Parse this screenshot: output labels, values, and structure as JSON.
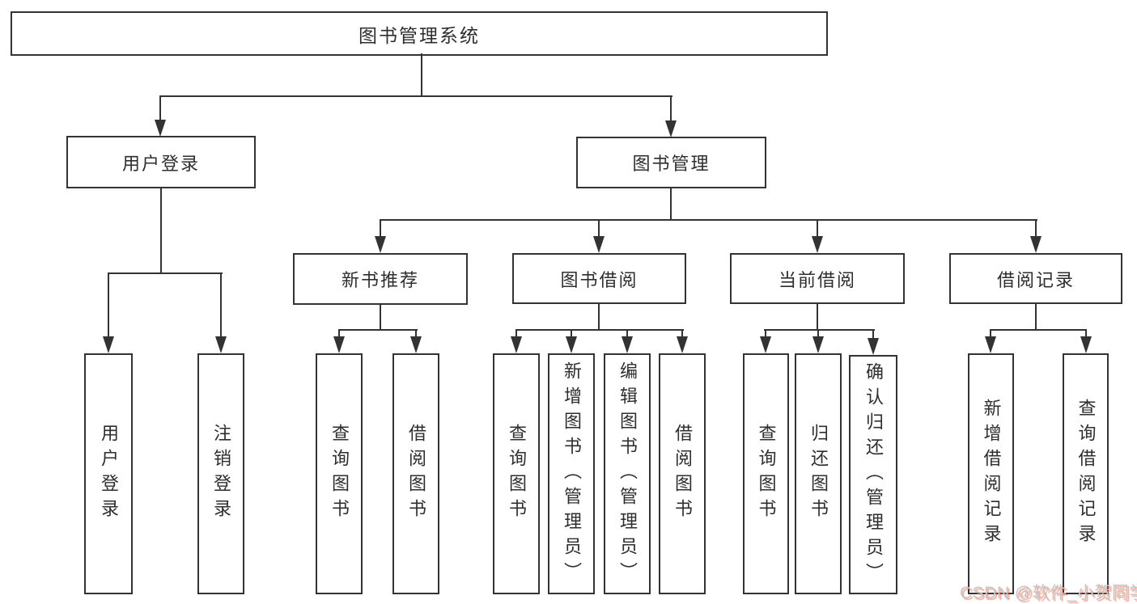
{
  "diagram_title": "图书管理系统",
  "nodes": {
    "root": "图书管理系统",
    "user_login": "用户登录",
    "book_mgmt": "图书管理",
    "new_book_rec": "新书推荐",
    "book_borrow": "图书借阅",
    "current_borrow": "当前借阅",
    "borrow_record": "借阅记录",
    "leaf_user_login": "用户登录",
    "leaf_logout": "注销登录",
    "leaf_query_book_1": "查询图书",
    "leaf_borrow_book_1": "借阅图书",
    "leaf_query_book_2": "查询图书",
    "leaf_add_book": "新增图书（管理员）",
    "leaf_edit_book": "编辑图书（管理员）",
    "leaf_borrow_book_2": "借阅图书",
    "leaf_query_book_3": "查询图书",
    "leaf_return_book": "归还图书",
    "leaf_confirm_return": "确认归还（管理员）",
    "leaf_add_record": "新增借阅记录",
    "leaf_query_record": "查询借阅记录"
  },
  "hierarchy": {
    "root": "图书管理系统",
    "children": [
      {
        "label": "用户登录",
        "children": [
          "用户登录",
          "注销登录"
        ]
      },
      {
        "label": "图书管理",
        "children": [
          {
            "label": "新书推荐",
            "children": [
              "查询图书",
              "借阅图书"
            ]
          },
          {
            "label": "图书借阅",
            "children": [
              "查询图书",
              "新增图书（管理员）",
              "编辑图书（管理员）",
              "借阅图书"
            ]
          },
          {
            "label": "当前借阅",
            "children": [
              "查询图书",
              "归还图书",
              "确认归还（管理员）"
            ]
          },
          {
            "label": "借阅记录",
            "children": [
              "新增借阅记录",
              "查询借阅记录"
            ]
          }
        ]
      }
    ]
  },
  "watermark": {
    "text": "CSDN @软件_小贺同学"
  },
  "colors": {
    "line": "#333333",
    "box_border": "#333333",
    "text": "#2e2e2e",
    "background": "#ffffff",
    "watermark_text": "#c6c6c6",
    "watermark_accent": "#fc5531"
  }
}
